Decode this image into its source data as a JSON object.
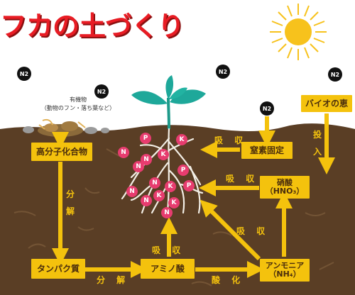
{
  "title": "フカの土づくり",
  "colors": {
    "soil": "#5a3e25",
    "arrow": "#f4c20d",
    "box": "#f4c20d",
    "title": "#e81c24",
    "ion": "#e73c6f",
    "sun": "#f7c21c"
  },
  "icons": [
    "sun-icon",
    "plant-icon",
    "roots-icon",
    "nitrogen-molecule-icon"
  ],
  "n2_label": "N2",
  "organic_matter": {
    "label": "有機物",
    "note": "（動物のフン・落ち葉など）"
  },
  "boxes": {
    "polymer": "高分子化合物",
    "protein": "タンパク質",
    "amino_acid": "アミノ酸",
    "ammonia_name": "アンモニア",
    "ammonia_formula": "（NH₄）",
    "nitrate_name": "硝酸",
    "nitrate_formula": "（HNO₃）",
    "nitrogen_fixation": "窒素固定",
    "bio": "バイオの恵"
  },
  "labels": {
    "decompose_v": "分解",
    "decompose_h": "分 解",
    "oxidize": "酸 化",
    "absorb_fixation": "吸 収",
    "absorb_nitrate": "吸 収",
    "absorb_ammonia": "吸 収",
    "absorb_amino": "吸 収",
    "input": "投入"
  },
  "ions": [
    "P",
    "N",
    "K",
    "N",
    "N",
    "K",
    "P",
    "N",
    "N",
    "K",
    "P",
    "K",
    "N",
    "K",
    "N"
  ]
}
